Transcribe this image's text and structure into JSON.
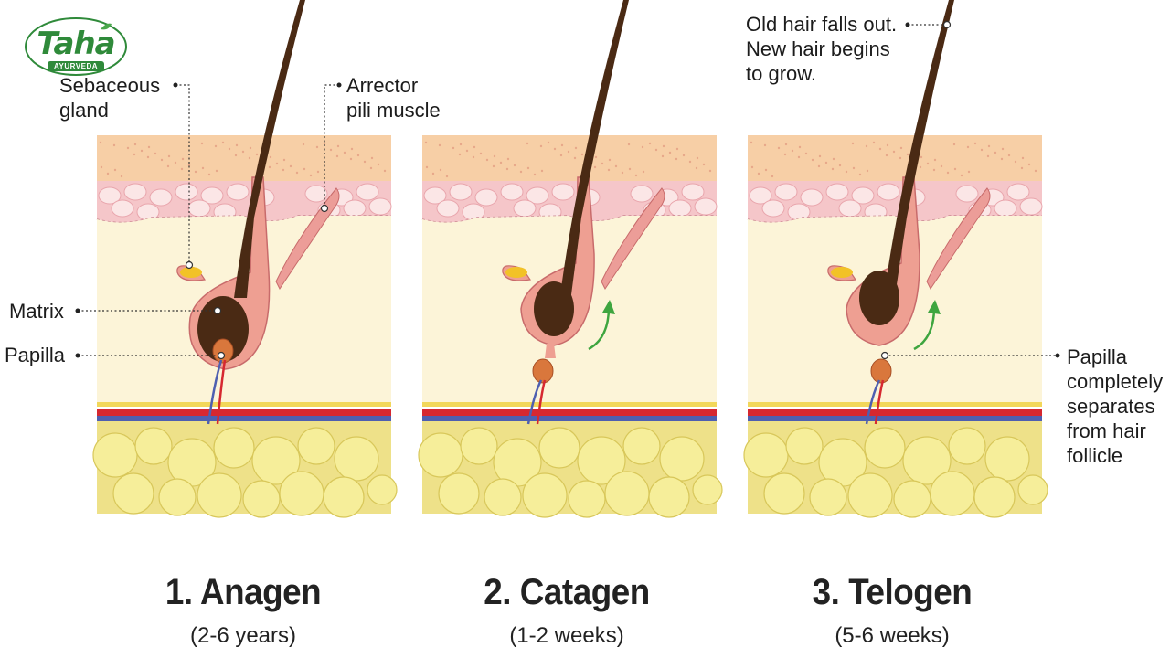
{
  "logo": {
    "name": "Taha",
    "subtitle": "AYURVEDA",
    "brand_color": "#2f8a3a"
  },
  "labels": {
    "sebaceous_gland": [
      "Sebaceous",
      "gland"
    ],
    "arrector_pili": [
      "Arrector",
      "pili muscle"
    ],
    "matrix": "Matrix",
    "papilla": "Papilla",
    "old_hair": [
      "Old hair falls out.",
      "New hair begins",
      "to grow."
    ],
    "papilla_separates": [
      "Papilla",
      "completely",
      "separates",
      "from hair",
      "follicle"
    ]
  },
  "stages": [
    {
      "title": "1. Anagen",
      "duration": "(2-6 years)"
    },
    {
      "title": "2. Catagen",
      "duration": "(1-2 weeks)"
    },
    {
      "title": "3. Telogen",
      "duration": "(5-6 weeks)"
    }
  ],
  "colors": {
    "epidermis": "#f7cfa6",
    "dermis_cells": "#f5c6c9",
    "dermis": "#fcf4d8",
    "fat": "#eee189",
    "hair": "#4a2a14",
    "follicle": "#ee9f92",
    "artery": "#d62830",
    "vein": "#4e5fb0",
    "arrow": "#3ea53f"
  }
}
